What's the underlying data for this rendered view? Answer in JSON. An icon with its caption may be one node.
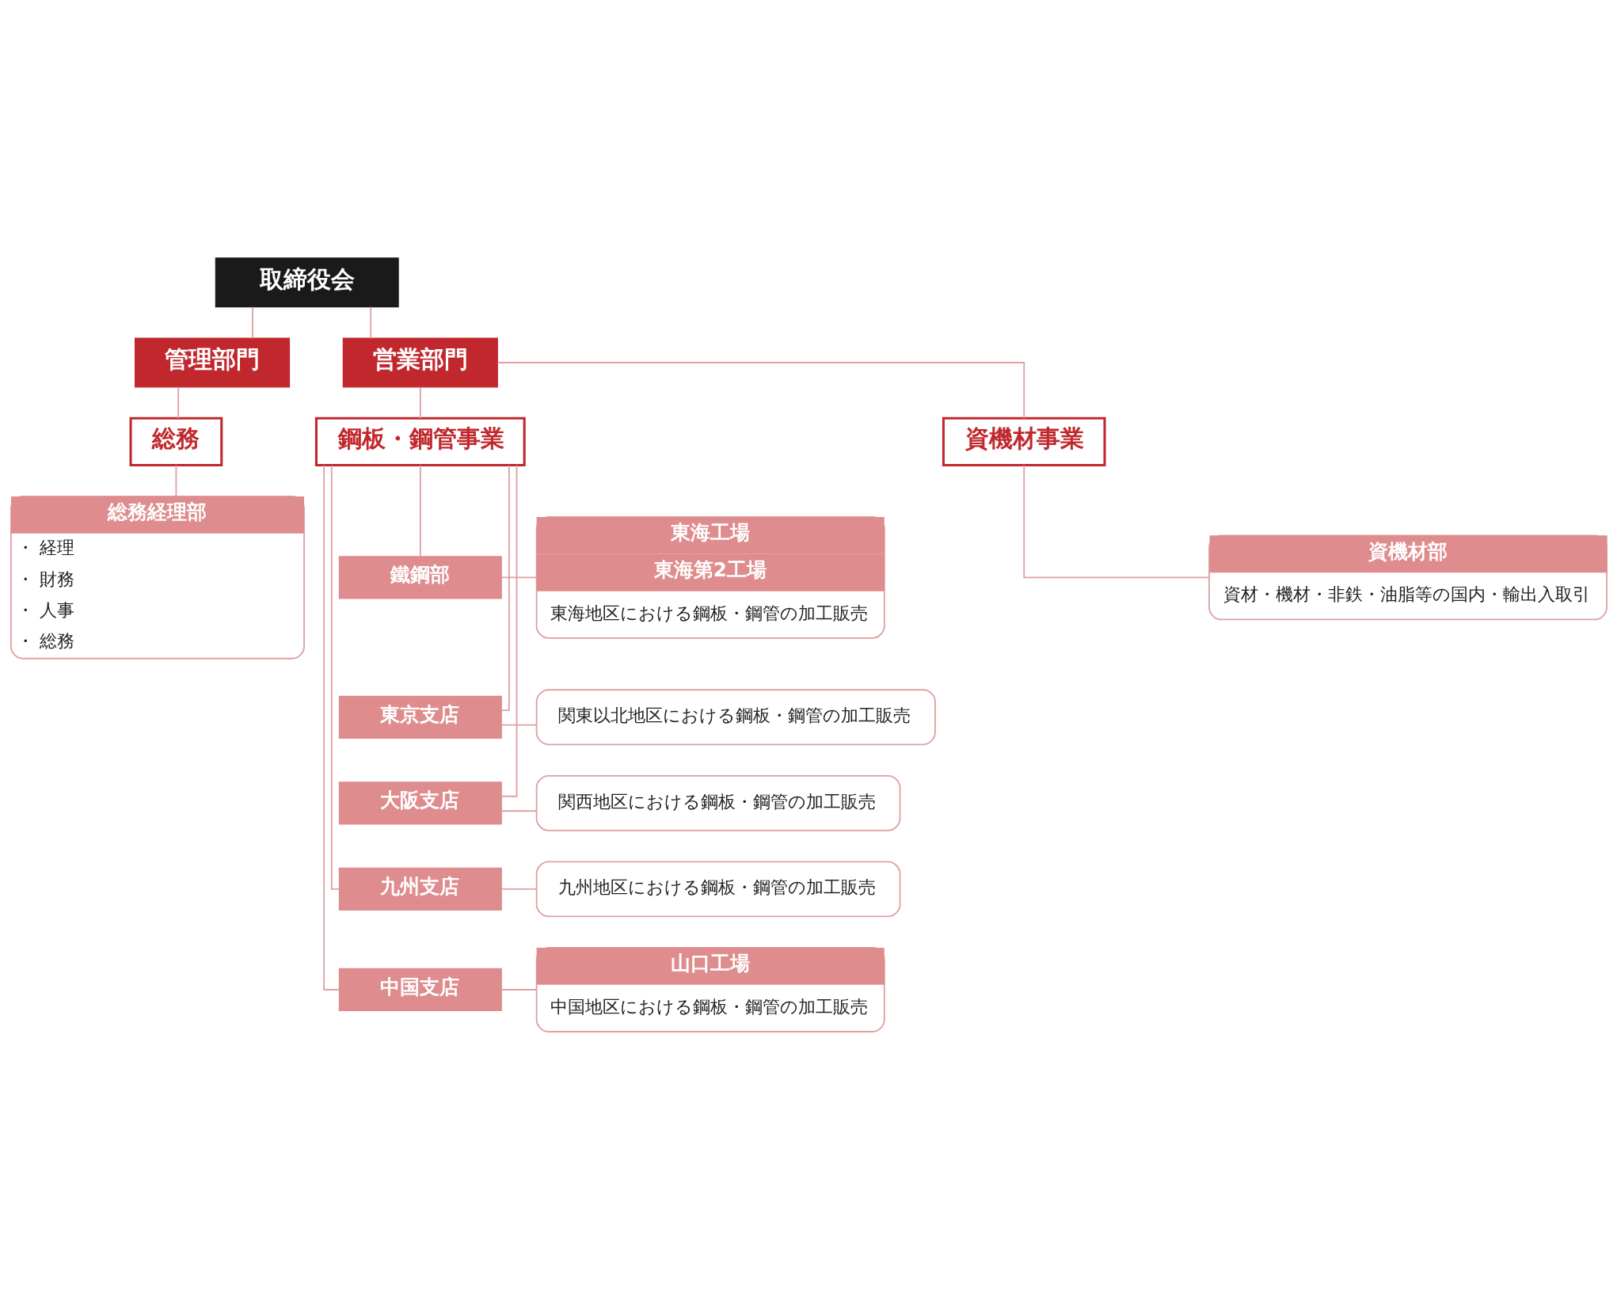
{
  "diagram": {
    "nodes": [
      {
        "text": [
          "取締役会"
        ]
      },
      {
        "text": [
          "管理部門"
        ]
      },
      {
        "text": [
          "営業部門"
        ]
      },
      {
        "text": [
          "総務"
        ]
      },
      {
        "text": [
          "鋼板・鋼管事業"
        ]
      },
      {
        "text": [
          "資機材事業"
        ]
      },
      {
        "text": [
          "総務経理部",
          "・ 経理",
          "・ 財務",
          "・ 人事",
          "・ 総務"
        ]
      },
      {
        "text": [
          "鐵鋼部"
        ]
      },
      {
        "text": [
          "東海工場",
          "東海第2工場",
          "東海地区における鋼板・鋼管の加工販売"
        ]
      },
      {
        "text": [
          "東京支店"
        ]
      },
      {
        "text": [
          "関東以北地区における鋼板・鋼管の加工販売"
        ]
      },
      {
        "text": [
          "大阪支店"
        ]
      },
      {
        "text": [
          "関西地区における鋼板・鋼管の加工販売"
        ]
      },
      {
        "text": [
          "九州支店"
        ]
      },
      {
        "text": [
          "九州地区における鋼板・鋼管の加工販売"
        ]
      },
      {
        "text": [
          "中国支店"
        ]
      },
      {
        "text": [
          "山口工場",
          "中国地区における鋼板・鋼管の加工販売"
        ]
      },
      {
        "text": [
          "資機材部",
          "資材・機材・非鉄・油脂等の国内・輸出入取引"
        ]
      }
    ],
    "edges": [
      {
        "from": 0,
        "to": 1,
        "arrow": "none"
      },
      {
        "from": 0,
        "to": 2,
        "arrow": "none"
      },
      {
        "from": 1,
        "to": 3,
        "arrow": "none"
      },
      {
        "from": 3,
        "to": 6,
        "arrow": "none"
      },
      {
        "from": 2,
        "to": 4,
        "arrow": "none"
      },
      {
        "from": 2,
        "to": 5,
        "arrow": "none"
      },
      {
        "from": 4,
        "to": 7,
        "arrow": "none"
      },
      {
        "from": 4,
        "to": 9,
        "arrow": "none"
      },
      {
        "from": 4,
        "to": 11,
        "arrow": "none"
      },
      {
        "from": 4,
        "to": 13,
        "arrow": "none"
      },
      {
        "from": 4,
        "to": 15,
        "arrow": "none"
      },
      {
        "from": 7,
        "to": 8,
        "arrow": "none"
      },
      {
        "from": 9,
        "to": 10,
        "arrow": "none"
      },
      {
        "from": 11,
        "to": 12,
        "arrow": "none"
      },
      {
        "from": 13,
        "to": 14,
        "arrow": "none"
      },
      {
        "from": 15,
        "to": 16,
        "arrow": "none"
      },
      {
        "from": 5,
        "to": 17,
        "arrow": "none"
      }
    ]
  }
}
